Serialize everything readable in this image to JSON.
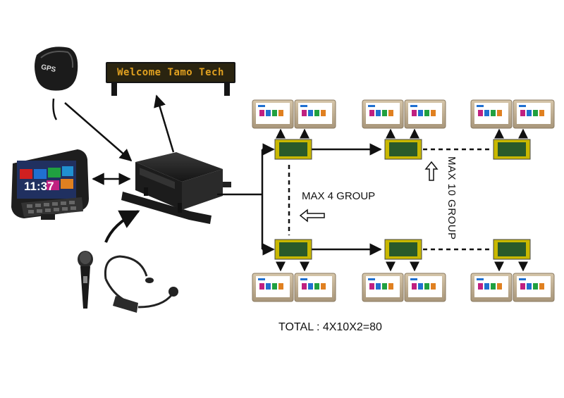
{
  "labels": {
    "max_4_group": "MAX 4 GROUP",
    "max_10_group": "MAX 10 GROUP",
    "total": "TOTAL : 4X10X2=80",
    "led_sign": "Welcome Tamo Tech",
    "gps_badge": "GPS",
    "terminal_clock": "11:37"
  },
  "colors": {
    "arrow": "#111111",
    "monitor_frame": "#c9b79a",
    "monitor_screen": "#ffffff",
    "controller_board": "#c9b800",
    "led_text": "#e0a020",
    "dvr_body": "#1c1c1c"
  },
  "diagram": {
    "top_row_groups": [
      "group-1",
      "group-2",
      "group-10"
    ],
    "bottom_row_groups": [
      "group-1",
      "group-2",
      "group-10"
    ],
    "monitors_per_controller": 2
  }
}
